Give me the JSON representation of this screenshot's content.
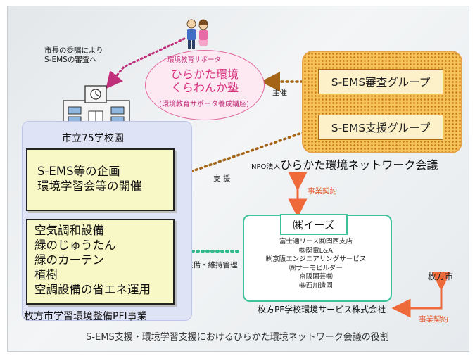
{
  "notes": {
    "commission_line1": "市長の委嘱により",
    "commission_line2": "S-EMSの審査へ"
  },
  "ellipse": {
    "supporter_label": "環境教育サポータ",
    "name_line1": "ひらかた環境",
    "name_line2": "くらわんか塾",
    "course_label": "(環境教育サポータ養成講座)"
  },
  "npo": {
    "review_group": "S-EMS審査グループ",
    "support_group": "S-EMS支援グループ",
    "prefix": "NPO法人",
    "name": "ひらかた環境ネットワーク会議"
  },
  "labels": {
    "sponsor": "主催",
    "support": "支 援",
    "contract": "事業契約",
    "maintenance": "整備・維持管理",
    "city": "枚方市"
  },
  "school": {
    "label": "市立75学校園",
    "planning": [
      "S-EMS等の企画",
      "環境学習会等の開催"
    ],
    "equipment": [
      "空気調和設備",
      "緑のじゅうたん",
      "緑のカーテン",
      "植樹",
      "空調設備の省エネ運用"
    ],
    "pfi_label": "枚方市学習環境整備PFI事業"
  },
  "ease": {
    "title": "㈱イーズ",
    "members": [
      "富士通リース㈱関西支店",
      "㈱関電L&A",
      "㈱京阪エンジニアリングサービス",
      "㈱サーモビルダー",
      "京阪園芸㈱",
      "㈱西川造園"
    ],
    "company": "枚方PF学校環境サービス株式会社"
  },
  "caption": "S-EMS支援・環境学習支援におけるひらかた環境ネットワーク会議の役割",
  "colors": {
    "npo_fill": "#f6c35a",
    "box_fill": "#f8f7c6",
    "ease_border": "#3ec29a",
    "pink_text": "#d6317f",
    "contract_arrow": "#ee6a3a",
    "school_area": "#dfe3f6"
  }
}
